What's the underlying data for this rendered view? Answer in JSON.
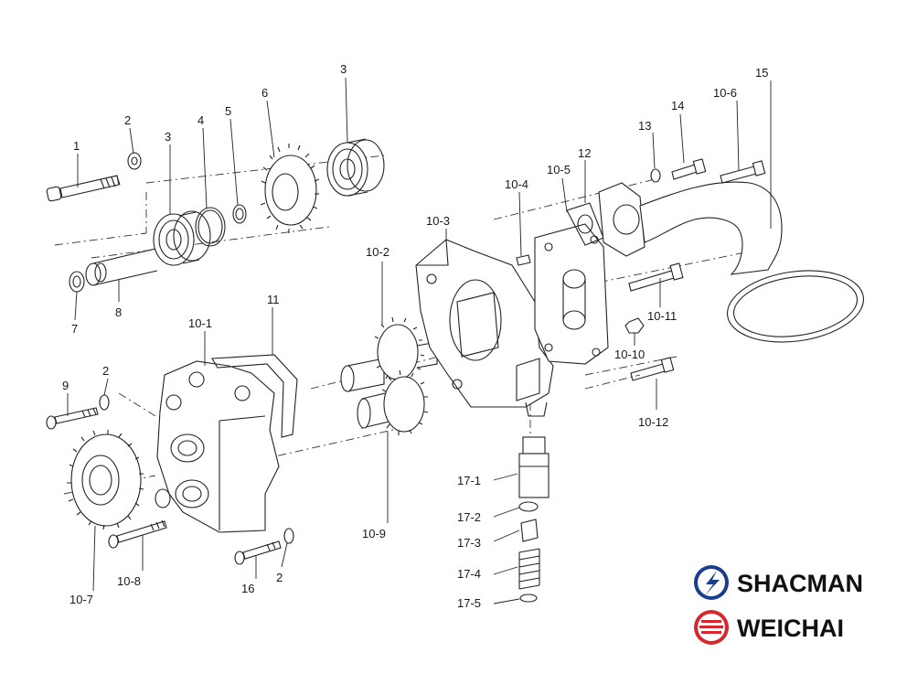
{
  "diagram": {
    "callouts": [
      {
        "id": "c1",
        "text": "1"
      },
      {
        "id": "c2a",
        "text": "2"
      },
      {
        "id": "c3a",
        "text": "3"
      },
      {
        "id": "c3b",
        "text": "3"
      },
      {
        "id": "c4",
        "text": "4"
      },
      {
        "id": "c5",
        "text": "5"
      },
      {
        "id": "c6",
        "text": "6"
      },
      {
        "id": "c7",
        "text": "7"
      },
      {
        "id": "c8",
        "text": "8"
      },
      {
        "id": "c9",
        "text": "9"
      },
      {
        "id": "c2b",
        "text": "2"
      },
      {
        "id": "c2c",
        "text": "2"
      },
      {
        "id": "c10_1",
        "text": "10-1"
      },
      {
        "id": "c11",
        "text": "11"
      },
      {
        "id": "c10_2",
        "text": "10-2"
      },
      {
        "id": "c10_3",
        "text": "10-3"
      },
      {
        "id": "c10_4",
        "text": "10-4"
      },
      {
        "id": "c10_5",
        "text": "10-5"
      },
      {
        "id": "c12",
        "text": "12"
      },
      {
        "id": "c13",
        "text": "13"
      },
      {
        "id": "c14",
        "text": "14"
      },
      {
        "id": "c10_6",
        "text": "10-6"
      },
      {
        "id": "c15",
        "text": "15"
      },
      {
        "id": "c10_11",
        "text": "10-11"
      },
      {
        "id": "c10_10",
        "text": "10-10"
      },
      {
        "id": "c10_12",
        "text": "10-12"
      },
      {
        "id": "c10_9",
        "text": "10-9"
      },
      {
        "id": "c10_7",
        "text": "10-7"
      },
      {
        "id": "c10_8",
        "text": "10-8"
      },
      {
        "id": "c16",
        "text": "16"
      },
      {
        "id": "c17_1",
        "text": "17-1"
      },
      {
        "id": "c17_2",
        "text": "17-2"
      },
      {
        "id": "c17_3",
        "text": "17-3"
      },
      {
        "id": "c17_4",
        "text": "17-4"
      },
      {
        "id": "c17_5",
        "text": "17-5"
      }
    ]
  },
  "brands": {
    "shacman": {
      "name": "SHACMAN",
      "color": "#1a3d8f"
    },
    "weichai": {
      "name": "WEICHAI",
      "color": "#d7262c"
    }
  }
}
